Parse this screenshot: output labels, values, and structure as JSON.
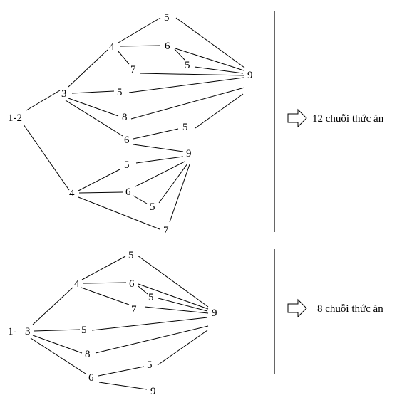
{
  "diagram1": {
    "root_label": "1-2",
    "result_text": "12 chuỗi thức ăn",
    "nodes": {
      "n3": "3",
      "n4a": "4",
      "n5a": "5",
      "n6a": "6",
      "n5b": "5",
      "n7a": "7",
      "n9a": "9",
      "n5c": "5",
      "n8a": "8",
      "n6b": "6",
      "n5d": "5",
      "n9b": "9",
      "n4b": "4",
      "n5e": "5",
      "n6c": "6",
      "n5f": "5",
      "n7b": "7"
    }
  },
  "diagram2": {
    "root_label": "1-",
    "result_text": "8 chuỗi thức ăn",
    "nodes": {
      "n3": "3",
      "n4": "4",
      "n5a": "5",
      "n6a": "6",
      "n5b": "5",
      "n7": "7",
      "n9a": "9",
      "n5c": "5",
      "n8": "8",
      "n6b": "6",
      "n5d": "5",
      "n9b": "9"
    }
  }
}
